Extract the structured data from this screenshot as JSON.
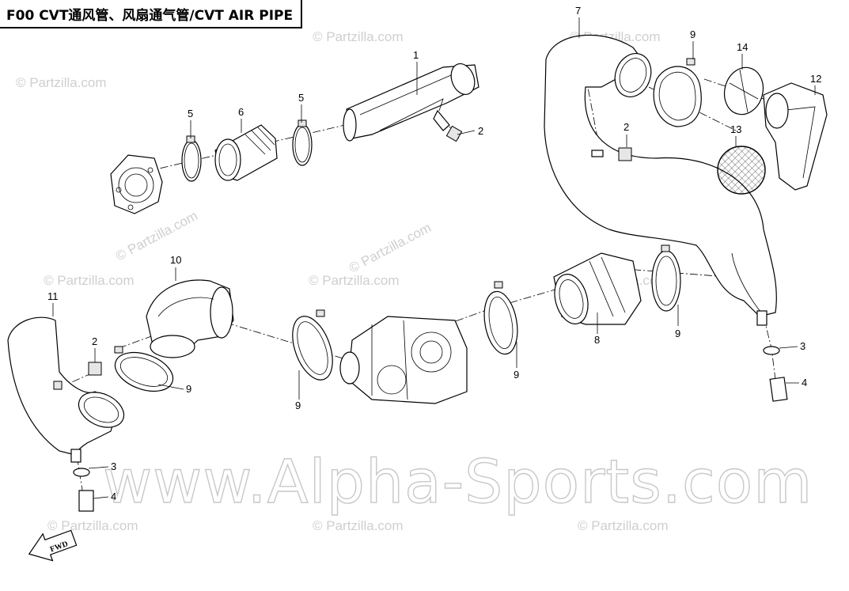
{
  "title": "F00 CVT通风管、风扇通气管/CVT AIR PIPE",
  "watermarks": {
    "partzilla": "© Partzilla.com",
    "alpha": "www.Alpha-Sports.com"
  },
  "fwd_label": "FWD",
  "callouts": [
    "1",
    "2",
    "2",
    "2",
    "3",
    "3",
    "4",
    "4",
    "5",
    "5",
    "6",
    "7",
    "8",
    "9",
    "9",
    "9",
    "9",
    "9",
    "10",
    "11",
    "12",
    "13",
    "14"
  ]
}
